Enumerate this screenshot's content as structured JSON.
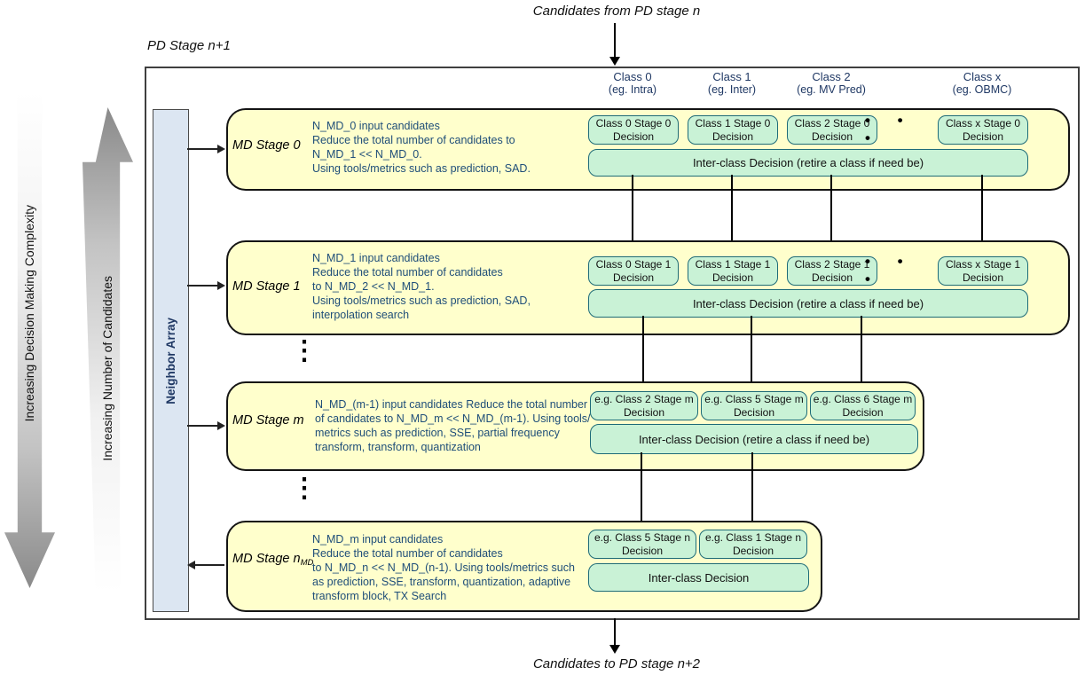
{
  "labels": {
    "input": "Candidates from PD stage n",
    "output": "Candidates to PD stage n+2",
    "outer_box": "PD Stage n+1",
    "complexity_arrow": "Increasing Decision Making Complexity",
    "candidates_arrow": "Increasing Number of Candidates",
    "neighbor_array": "Neighbor Array",
    "ellipsis_horizontal": "• • •",
    "ellipsis_vertical": "⋮"
  },
  "class_headers": [
    {
      "name": "Class 0",
      "example": "(eg. Intra)"
    },
    {
      "name": "Class 1",
      "example": "(eg. Inter)"
    },
    {
      "name": "Class 2",
      "example": "(eg. MV Pred)"
    },
    {
      "name": "Class x",
      "example": "(eg. OBMC)"
    }
  ],
  "stages": [
    {
      "label": "MD Stage 0",
      "label_subscript": "",
      "description": "N_MD_0 input candidates\nReduce the total number of candidates to\nN_MD_1 << N_MD_0.\nUsing tools/metrics such as prediction, SAD.",
      "decisions": [
        "Class 0 Stage 0\nDecision",
        "Class 1 Stage 0\nDecision",
        "Class 2 Stage 0\nDecision",
        "Class x Stage 0\nDecision"
      ],
      "interclass": "Inter-class Decision (retire a class if need be)"
    },
    {
      "label": "MD Stage 1",
      "label_subscript": "",
      "description": "N_MD_1 input candidates\nReduce the total number of candidates\nto N_MD_2 << N_MD_1.\nUsing tools/metrics such as prediction, SAD,\ninterpolation search",
      "decisions": [
        "Class 0 Stage 1\nDecision",
        "Class 1 Stage 1\nDecision",
        "Class 2 Stage 1\nDecision",
        "Class x Stage 1\nDecision"
      ],
      "interclass": "Inter-class Decision (retire a class if need be)"
    },
    {
      "label": "MD Stage m",
      "label_subscript": "",
      "description": "N_MD_(m-1) input candidates Reduce the total number\nof candidates to N_MD_m << N_MD_(m-1). Using tools/\nmetrics such as prediction, SSE, partial frequency\ntransform, transform, quantization",
      "decisions": [
        "e.g. Class 2 Stage m\nDecision",
        "e.g. Class 5 Stage m\nDecision",
        "e.g. Class 6 Stage m\nDecision"
      ],
      "interclass": "Inter-class Decision (retire a class if need be)"
    },
    {
      "label": "MD Stage n",
      "label_subscript": "MD",
      "description": "N_MD_m input candidates\nReduce the total number of candidates\nto N_MD_n << N_MD_(n-1). Using tools/metrics such\nas prediction, SSE, transform, quantization, adaptive\ntransform block, TX Search",
      "decisions": [
        "e.g. Class 5 Stage n\nDecision",
        "e.g. Class 1 Stage n\nDecision"
      ],
      "interclass": "Inter-class Decision"
    }
  ],
  "colors": {
    "stage_fill": "#ffffcc",
    "decision_fill": "#c9f2d6",
    "decision_border": "#1e6b78",
    "neighbor_fill": "#dce6f2",
    "description_text": "#1F4E79",
    "header_text": "#1F3864",
    "arrow_gray": "#8a8a8a"
  }
}
